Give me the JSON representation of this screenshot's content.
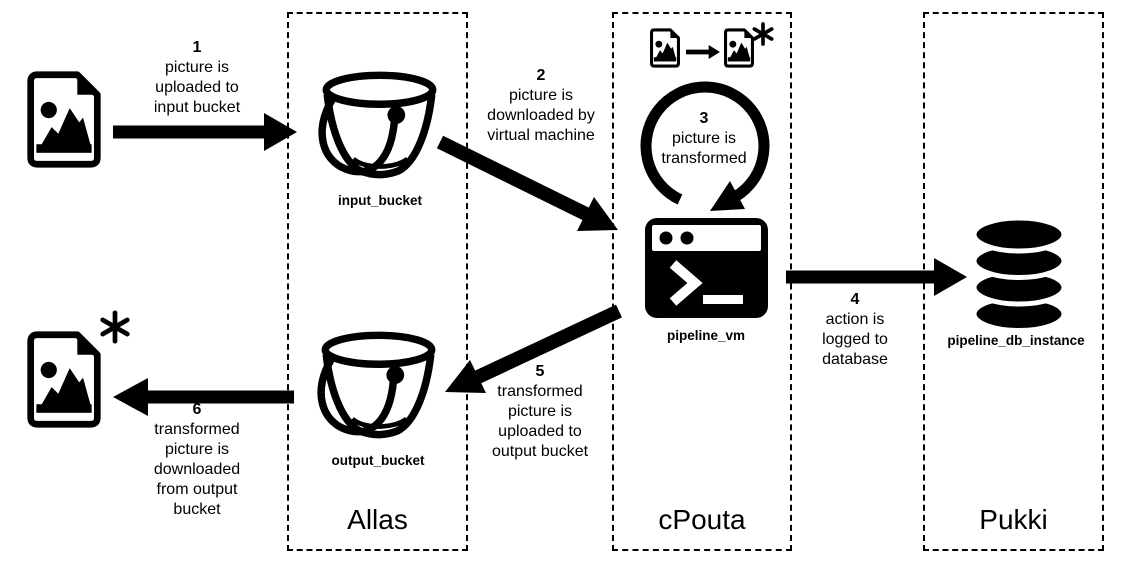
{
  "diagram": {
    "colors": {
      "ink": "#000000",
      "background": "#ffffff"
    },
    "zones": [
      {
        "id": "allas",
        "label": "Allas"
      },
      {
        "id": "cpouta",
        "label": "cPouta"
      },
      {
        "id": "pukki",
        "label": "Pukki"
      }
    ],
    "nodes": {
      "input_bucket": {
        "label": "input_bucket"
      },
      "output_bucket": {
        "label": "output_bucket"
      },
      "pipeline_vm": {
        "label": "pipeline_vm"
      },
      "pipeline_db": {
        "label": "pipeline_db_instance"
      }
    },
    "steps": [
      {
        "number": "1",
        "lines": [
          "picture is",
          "uploaded to",
          "input bucket"
        ]
      },
      {
        "number": "2",
        "lines": [
          "picture is",
          "downloaded by",
          "virtual machine"
        ]
      },
      {
        "number": "3",
        "lines": [
          "picture is",
          "transformed"
        ]
      },
      {
        "number": "4",
        "lines": [
          "action is",
          "logged to",
          "database"
        ]
      },
      {
        "number": "5",
        "lines": [
          "transformed",
          "picture is",
          "uploaded to",
          "output bucket"
        ]
      },
      {
        "number": "6",
        "lines": [
          "transformed",
          "picture is",
          "downloaded",
          "from output",
          "bucket"
        ]
      }
    ],
    "icons": {
      "picture_file": "document with image (dot and mountains)",
      "asterisk": "six-arm asterisk marking transformed picture",
      "bucket": "bucket with handle (object storage)",
      "terminal": "terminal window (virtual machine)",
      "database": "stacked-disk database cylinder",
      "loop_arrow": "circular transform arrow",
      "flow_arrow": "thick black flow arrow"
    }
  }
}
